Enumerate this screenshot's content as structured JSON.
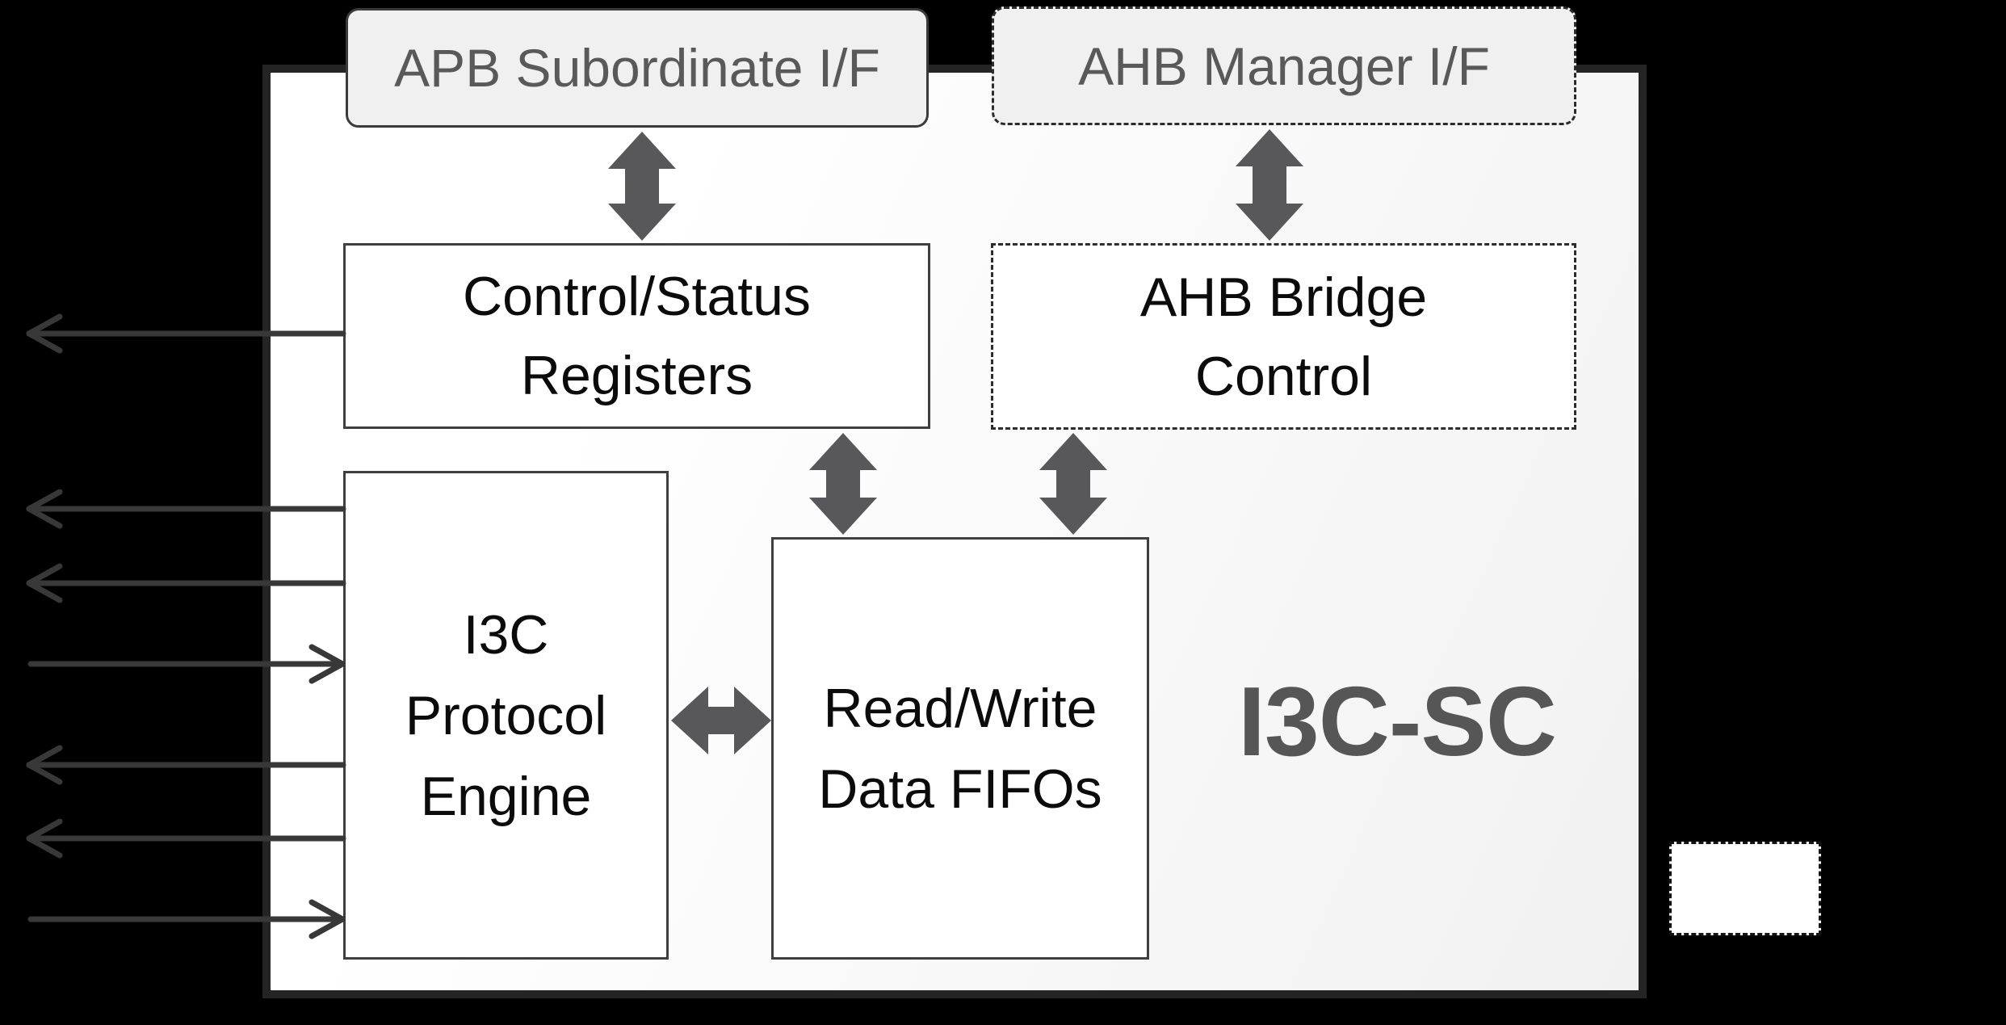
{
  "block": {
    "title": "I3C-SC"
  },
  "boxes": {
    "apb": {
      "label": "APB Subordinate I/F",
      "border_style": "solid-rounded"
    },
    "ahb_manager": {
      "label": "AHB Manager I/F",
      "border_style": "dashed-rounded"
    },
    "csr": {
      "label": "Control/Status\nRegisters",
      "border_style": "solid"
    },
    "ahb_bridge": {
      "label": "AHB Bridge\nControl",
      "border_style": "dashed"
    },
    "engine": {
      "label": "I3C\nProtocol\nEngine",
      "border_style": "solid"
    },
    "fifo": {
      "label": "Read/Write\nData FIFOs",
      "border_style": "solid"
    },
    "legend_box": {
      "label": "",
      "border_style": "dashed"
    }
  },
  "colors": {
    "page_background": "#000000",
    "container_border": "#242424",
    "container_fill": "#f7f7f7",
    "interface_box_fill": "#f0f0f0",
    "interface_box_text": "#595959",
    "inner_box_fill": "#ffffff",
    "inner_box_border": "#3f3f3f",
    "inner_box_text": "#0b0b0b",
    "block_arrow": "#58585a",
    "signal_line": "#383838",
    "block_title_text": "#565656"
  },
  "connections": [
    {
      "from": "apb",
      "to": "csr",
      "type": "bidirectional-block-arrow"
    },
    {
      "from": "ahb_manager",
      "to": "ahb_bridge",
      "type": "bidirectional-block-arrow"
    },
    {
      "from": "csr",
      "to": "fifo",
      "type": "bidirectional-block-arrow"
    },
    {
      "from": "ahb_bridge",
      "to": "fifo",
      "type": "bidirectional-block-arrow"
    },
    {
      "from": "engine",
      "to": "fifo",
      "type": "bidirectional-block-arrow"
    },
    {
      "from": "csr",
      "to": "external-left",
      "type": "signal-out"
    },
    {
      "from": "engine",
      "to": "external-left",
      "type": "signal-out"
    },
    {
      "from": "engine",
      "to": "external-left",
      "type": "signal-out"
    },
    {
      "from": "external-left",
      "to": "engine",
      "type": "signal-in"
    },
    {
      "from": "engine",
      "to": "external-left",
      "type": "signal-out"
    },
    {
      "from": "engine",
      "to": "external-left",
      "type": "signal-out"
    },
    {
      "from": "external-left",
      "to": "engine",
      "type": "signal-in"
    }
  ]
}
